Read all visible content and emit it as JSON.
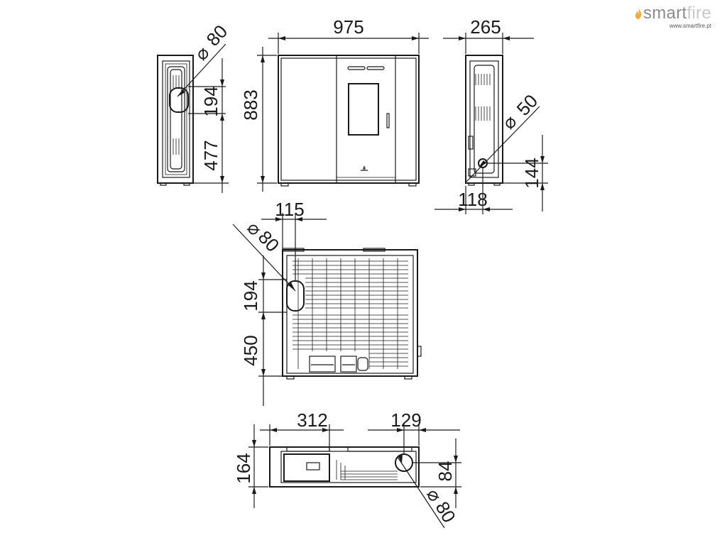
{
  "brand": {
    "name_main": "smart",
    "name_accent": "fire",
    "url": "www.smartfire.pt"
  },
  "dimensions": {
    "front_width": "975",
    "front_height": "883",
    "side_right_depth": "265",
    "side_right_pipe_diameter": "50",
    "side_right_pipe_offset_x": "118",
    "side_right_pipe_height": "144",
    "side_left_pipe_diameter": "80",
    "side_left_pipe_span": "194",
    "side_left_pipe_height": "477",
    "rear_pipe_offset_x": "115",
    "rear_pipe_diameter": "80",
    "rear_pipe_span": "194",
    "rear_pipe_height": "450",
    "top_offset_left": "312",
    "top_offset_right": "129",
    "top_depth": "164",
    "top_pipe_offset": "84",
    "top_pipe_diameter": "80"
  },
  "symbols": {
    "diameter": "⌀"
  },
  "colors": {
    "line": "#1a1a1a",
    "brand_text": "#8c8c8c",
    "brand_flame": "#f3a93b"
  }
}
